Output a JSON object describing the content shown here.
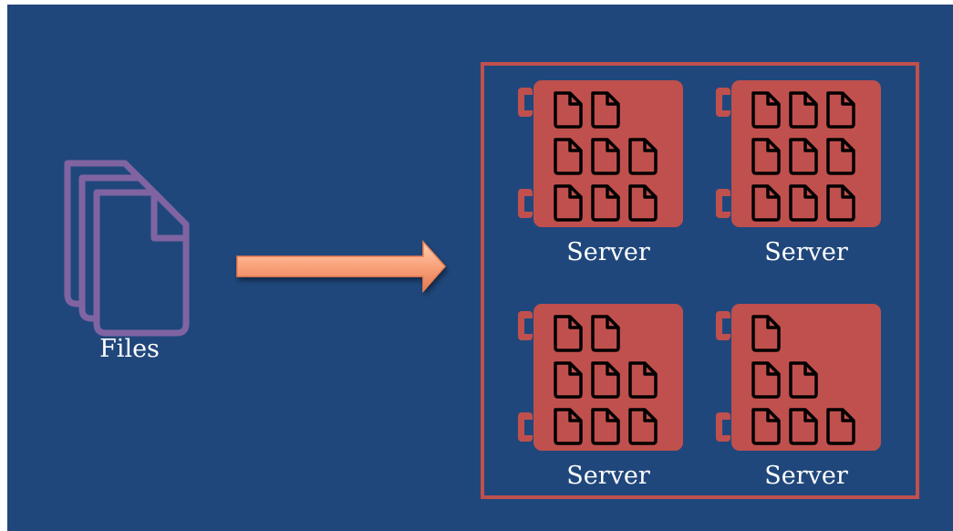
{
  "files_label": "Files",
  "servers": [
    {
      "label": "Server",
      "file_rows": [
        2,
        3,
        3
      ]
    },
    {
      "label": "Server",
      "file_rows": [
        3,
        3,
        3
      ]
    },
    {
      "label": "Server",
      "file_rows": [
        2,
        3,
        3
      ]
    },
    {
      "label": "Server",
      "file_rows": [
        1,
        2,
        3
      ]
    }
  ],
  "colors": {
    "background": "#20477b",
    "server_fill": "#c0504d",
    "cluster_border": "#c0504d",
    "files_icon": "#8064a2",
    "arrow_fill": "#f9b08e",
    "file_outline": "#000000",
    "text": "#ffffff"
  },
  "icons": {
    "files": "stacked-documents-icon",
    "arrow": "right-arrow-icon",
    "server": "server-rack-icon",
    "file": "document-icon"
  }
}
